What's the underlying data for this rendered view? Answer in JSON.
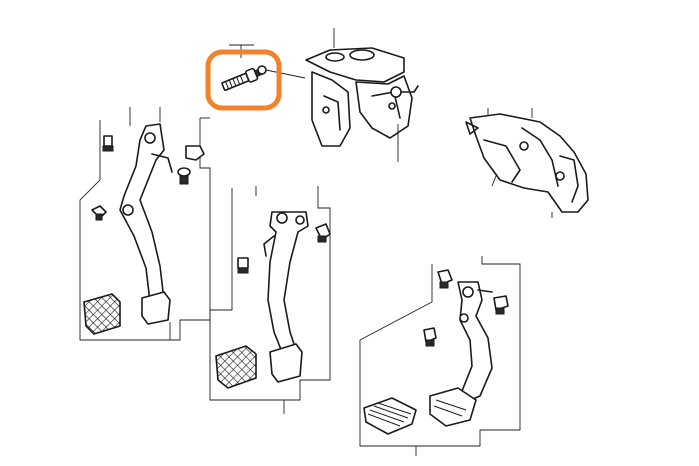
{
  "diagram": {
    "highlight_color": "#F0822A",
    "line_color": "#1a1a1a",
    "background_color": "#ffffff",
    "parts": [
      "pedal-bracket",
      "rear-mounting-bracket",
      "clutch-pedal-assembly",
      "brake-pedal-assembly-center",
      "brake-pedal-assembly-right",
      "highlighted-adjusting-bolt"
    ]
  }
}
